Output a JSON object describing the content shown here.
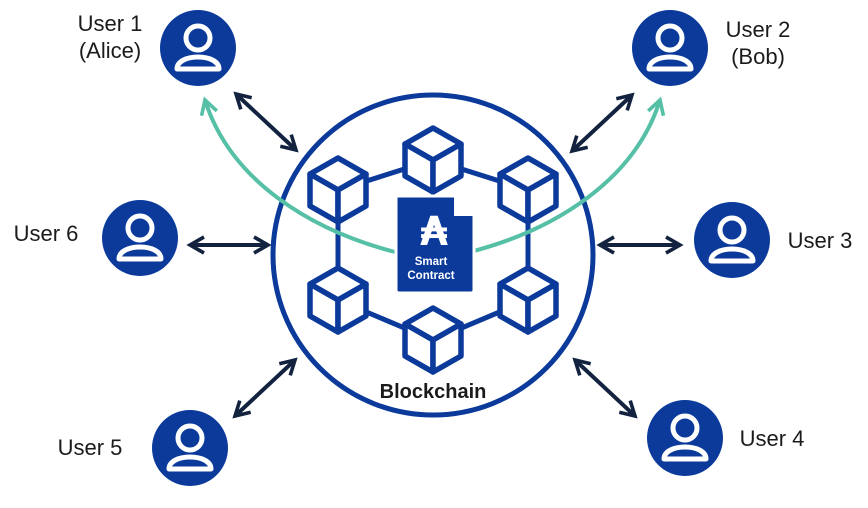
{
  "colors": {
    "navy": "#0b3a9b",
    "arrow_dark": "#13233f",
    "arrow_teal": "#56c0a6",
    "icon_fill": "#0b3a9b",
    "background": "#ffffff"
  },
  "icons": {
    "users": "user-avatar-icon",
    "cube": "cube-icon",
    "contract": "document-ada-icon"
  },
  "center": {
    "blockchain_label": "Blockchain",
    "contract_line1": "Smart",
    "contract_line2": "Contract",
    "contract_symbol": "₳"
  },
  "users": [
    {
      "name": "User 1",
      "alias": "(Alice)"
    },
    {
      "name": "User 2",
      "alias": "(Bob)"
    },
    {
      "name": "User 3",
      "alias": ""
    },
    {
      "name": "User 4",
      "alias": ""
    },
    {
      "name": "User 5",
      "alias": ""
    },
    {
      "name": "User 6",
      "alias": ""
    }
  ]
}
